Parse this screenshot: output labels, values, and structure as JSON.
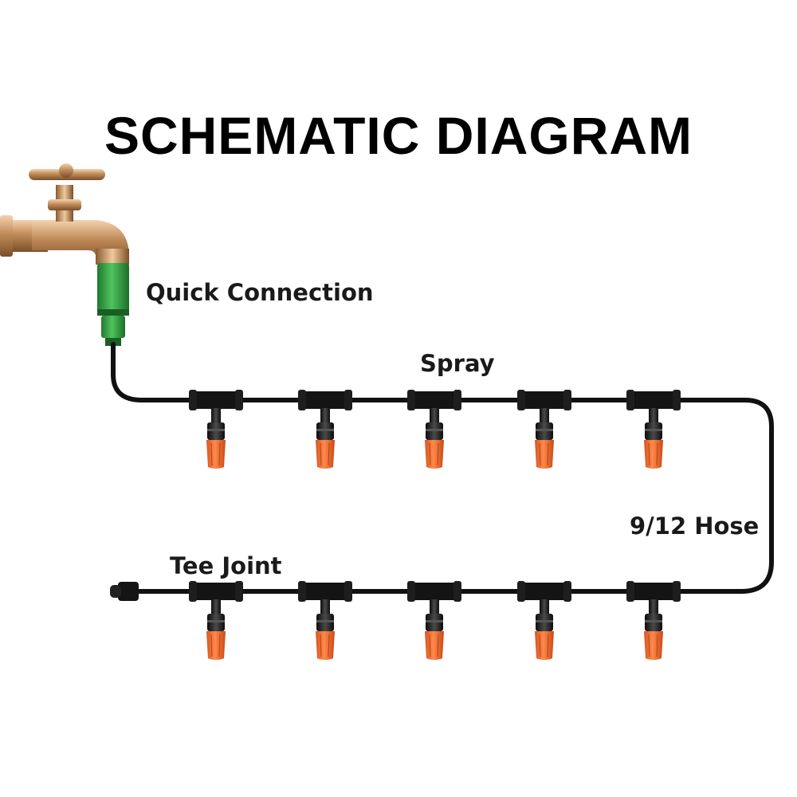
{
  "title": "SCHEMATIC DIAGRAM",
  "labels": {
    "quick_connection": "Quick Connection",
    "spray": "Spray",
    "hose": "9/12 Hose",
    "tee_joint": "Tee Joint"
  },
  "colors": {
    "hose": "#111111",
    "nozzle": "#f26a2e",
    "connector": "#2e9a3f",
    "faucet": "#c79a6a"
  },
  "components": {
    "top_row_sprayers": 5,
    "bottom_row_sprayers": 5
  }
}
